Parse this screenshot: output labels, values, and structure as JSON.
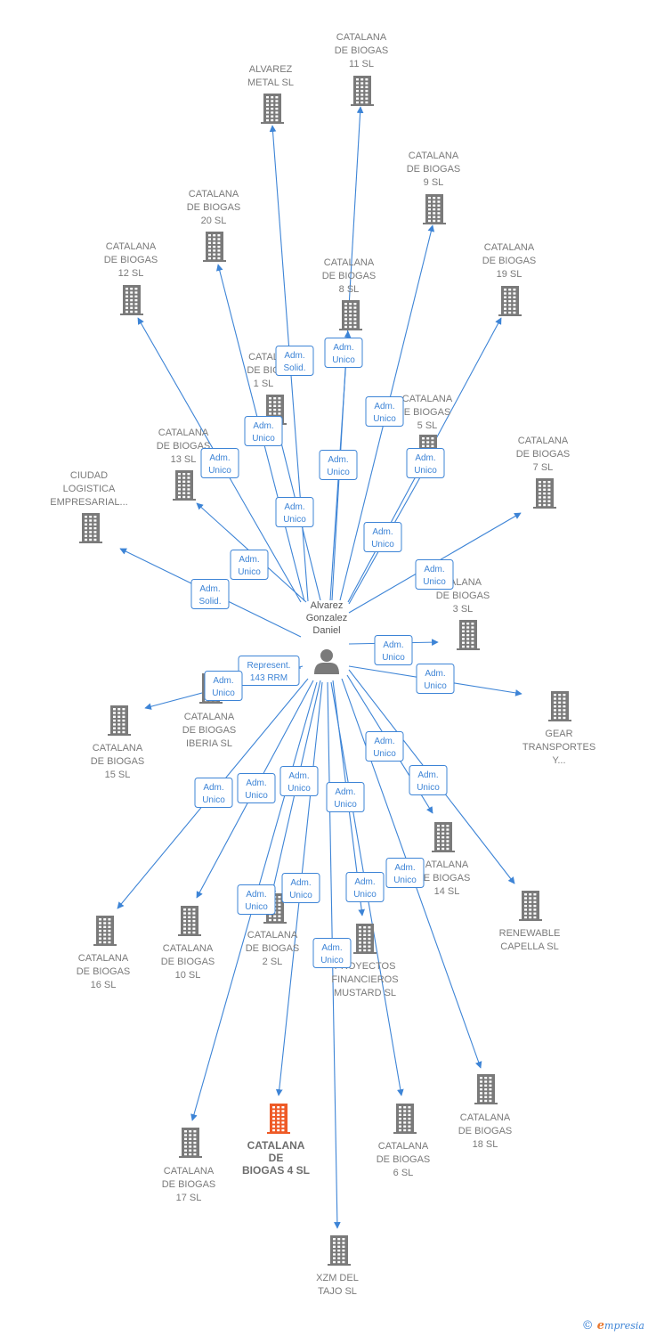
{
  "colors": {
    "edge": "#3d84d6",
    "node": "#7a7a7a",
    "highlight": "#ee5a26",
    "person": "#7a7a7a"
  },
  "person": {
    "label_lines": [
      "Alvarez",
      "Gonzalez",
      "Daniel"
    ],
    "icon": "person-icon"
  },
  "companies": [
    {
      "id": "alvarez-metal",
      "lines": [
        "ALVAREZ",
        "METAL  SL"
      ]
    },
    {
      "id": "cb-11",
      "lines": [
        "CATALANA",
        "DE BIOGAS",
        "11  SL"
      ]
    },
    {
      "id": "cb-9",
      "lines": [
        "CATALANA",
        "DE BIOGAS",
        "9  SL"
      ]
    },
    {
      "id": "cb-20",
      "lines": [
        "CATALANA",
        "DE BIOGAS",
        "20  SL"
      ]
    },
    {
      "id": "cb-12",
      "lines": [
        "CATALANA",
        "DE BIOGAS",
        "12  SL"
      ]
    },
    {
      "id": "cb-8",
      "lines": [
        "CATALANA",
        "DE BIOGAS",
        "8  SL"
      ]
    },
    {
      "id": "cb-19",
      "lines": [
        "CATALANA",
        "DE BIOGAS",
        "19  SL"
      ]
    },
    {
      "id": "cb-1",
      "lines": [
        "CATAL",
        "DE BIO",
        "1  SL"
      ]
    },
    {
      "id": "cb-5",
      "lines": [
        "CATALANA",
        "E BIOGAS",
        "5  SL"
      ]
    },
    {
      "id": "cb-13",
      "lines": [
        "CATALANA",
        "DE BIOGAS",
        "13  SL"
      ]
    },
    {
      "id": "cb-7",
      "lines": [
        "CATALANA",
        "DE BIOGAS",
        "7  SL"
      ]
    },
    {
      "id": "ciudad-logistica",
      "lines": [
        "CIUDAD",
        "LOGISTICA",
        "EMPRESARIAL..."
      ]
    },
    {
      "id": "cb-3",
      "lines": [
        "TALANA",
        "DE BIOGAS",
        "3  SL"
      ]
    },
    {
      "id": "cb-iberia",
      "lines": [
        "CATALANA",
        "DE BIOGAS",
        "IBERIA  SL"
      ]
    },
    {
      "id": "cb-15",
      "lines": [
        "CATALANA",
        "DE BIOGAS",
        "15  SL"
      ]
    },
    {
      "id": "gear-transportes",
      "lines": [
        "GEAR",
        "TRANSPORTES",
        "Y..."
      ]
    },
    {
      "id": "cb-14",
      "lines": [
        "ATALANA",
        "E BIOGAS",
        "14  SL"
      ]
    },
    {
      "id": "renewable-capella",
      "lines": [
        "RENEWABLE",
        "CAPELLA  SL"
      ]
    },
    {
      "id": "cb-16",
      "lines": [
        "CATALANA",
        "DE BIOGAS",
        "16  SL"
      ]
    },
    {
      "id": "cb-10",
      "lines": [
        "CATALANA",
        "DE BIOGAS",
        "10  SL"
      ]
    },
    {
      "id": "cb-2",
      "lines": [
        "CATALANA",
        "DE BIOGAS",
        "2  SL"
      ]
    },
    {
      "id": "proyectos-mustard",
      "lines": [
        "PROYECTOS",
        "FINANCIEROS",
        "MUSTARD  SL"
      ]
    },
    {
      "id": "cb-18",
      "lines": [
        "CATALANA",
        "DE BIOGAS",
        "18  SL"
      ]
    },
    {
      "id": "cb-17",
      "lines": [
        "CATALANA",
        "DE BIOGAS",
        "17  SL"
      ]
    },
    {
      "id": "cb-4",
      "lines": [
        "CATALANA",
        "DE",
        "BIOGAS 4  SL"
      ],
      "highlight": true
    },
    {
      "id": "cb-6",
      "lines": [
        "CATALANA",
        "DE BIOGAS",
        "6  SL"
      ]
    },
    {
      "id": "xzm-tajo",
      "lines": [
        "XZM DEL",
        "TAJO SL"
      ]
    }
  ],
  "badges": [
    {
      "id": "b-alvarez",
      "lines": [
        "Adm.",
        "Solid."
      ]
    },
    {
      "id": "b-cb11",
      "lines": [
        "Adm.",
        "Unico"
      ]
    },
    {
      "id": "b-cb9",
      "lines": [
        "Adm.",
        "Unico"
      ]
    },
    {
      "id": "b-cb20",
      "lines": [
        "Adm.",
        "Unico"
      ]
    },
    {
      "id": "b-cb12",
      "lines": [
        "Adm.",
        "Unico"
      ]
    },
    {
      "id": "b-cb8",
      "lines": [
        "Adm.",
        "Unico"
      ]
    },
    {
      "id": "b-cb19",
      "lines": [
        "Adm.",
        "Unico"
      ]
    },
    {
      "id": "b-cb1",
      "lines": [
        "Adm.",
        "Unico"
      ]
    },
    {
      "id": "b-cb5",
      "lines": [
        "Adm.",
        "Unico"
      ]
    },
    {
      "id": "b-cb13",
      "lines": [
        "Adm.",
        "Unico"
      ]
    },
    {
      "id": "b-cb7",
      "lines": [
        "Adm.",
        "Unico"
      ]
    },
    {
      "id": "b-ciudad",
      "lines": [
        "Adm.",
        "Solid."
      ]
    },
    {
      "id": "b-cb3",
      "lines": [
        "Adm.",
        "Unico"
      ]
    },
    {
      "id": "b-iberia-rep",
      "lines": [
        "Represent.",
        "143 RRM"
      ]
    },
    {
      "id": "b-cb15",
      "lines": [
        "Adm.",
        "Unico"
      ]
    },
    {
      "id": "b-gear",
      "lines": [
        "Adm.",
        "Unico"
      ]
    },
    {
      "id": "b-cb14",
      "lines": [
        "Adm.",
        "Unico"
      ]
    },
    {
      "id": "b-renewable",
      "lines": [
        "Adm.",
        "Unico"
      ]
    },
    {
      "id": "b-cb16",
      "lines": [
        "Adm.",
        "Unico"
      ]
    },
    {
      "id": "b-cb10",
      "lines": [
        "Adm.",
        "Unico"
      ]
    },
    {
      "id": "b-cb2",
      "lines": [
        "Adm.",
        "Unico"
      ]
    },
    {
      "id": "b-mustard",
      "lines": [
        "Adm.",
        "Unico"
      ]
    },
    {
      "id": "b-cb18",
      "lines": [
        "Adm.",
        "Unico"
      ]
    },
    {
      "id": "b-cb17",
      "lines": [
        "Adm.",
        "Unico"
      ]
    },
    {
      "id": "b-cb4",
      "lines": [
        "Adm.",
        "Unico"
      ]
    },
    {
      "id": "b-cb6",
      "lines": [
        "Adm.",
        "Unico"
      ]
    },
    {
      "id": "b-xzm",
      "lines": [
        "Adm.",
        "Unico"
      ]
    }
  ],
  "footer": {
    "copyright": "©",
    "brand_initial": "e",
    "brand_rest": "mpresia"
  }
}
